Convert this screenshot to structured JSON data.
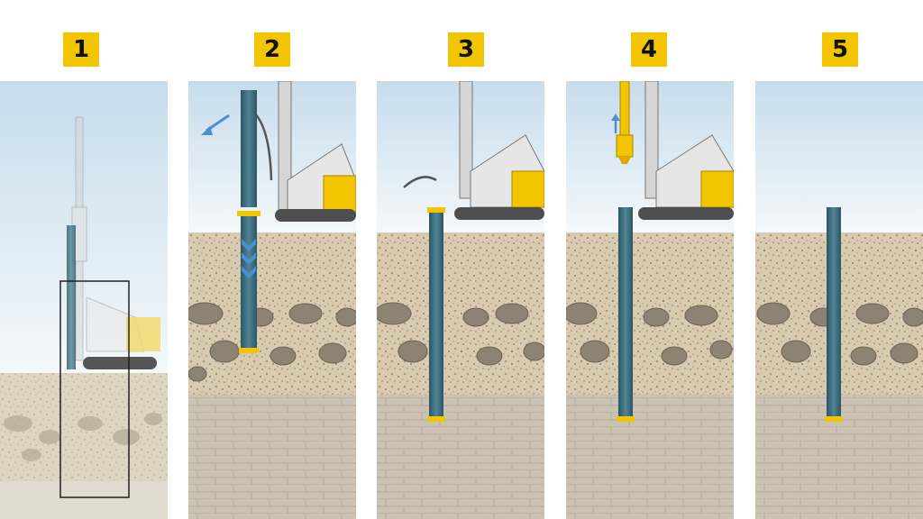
{
  "steps": [
    {
      "label": "1"
    },
    {
      "label": "2"
    },
    {
      "label": "3"
    },
    {
      "label": "4"
    },
    {
      "label": "5"
    }
  ],
  "colors": {
    "sky_top": "#c6dcec",
    "sky_bottom": "#f4f8fb",
    "gravel": "#d8c9ae",
    "rock": "#8b8170",
    "clay": "#c9c0b1",
    "pile": "#3c6e7d",
    "accent_yellow": "#f2c500",
    "rig_grey": "#c9c9c9",
    "water_arrow": "#4a8fd0"
  },
  "icons": [
    "water-outflow-arrow",
    "upward-arrow",
    "drill-rig",
    "vibro-hammer",
    "steel-pile"
  ]
}
